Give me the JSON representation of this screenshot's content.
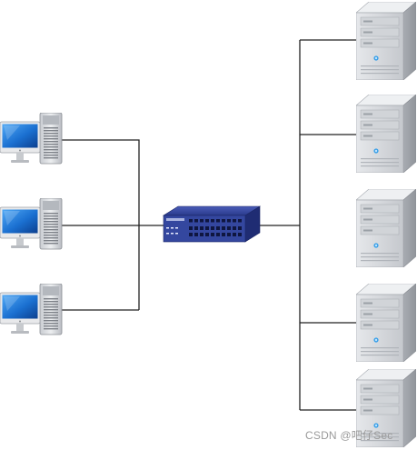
{
  "diagram": {
    "type": "network-topology",
    "workstations": [
      {
        "id": "workstation-1",
        "icon": "desktop-computer-icon"
      },
      {
        "id": "workstation-2",
        "icon": "desktop-computer-icon"
      },
      {
        "id": "workstation-3",
        "icon": "desktop-computer-icon"
      }
    ],
    "switch": {
      "id": "network-switch",
      "icon": "network-switch-icon",
      "color": "#2a3a8c"
    },
    "servers": [
      {
        "id": "server-1",
        "icon": "tower-server-icon"
      },
      {
        "id": "server-2",
        "icon": "tower-server-icon"
      },
      {
        "id": "server-3",
        "icon": "tower-server-icon"
      },
      {
        "id": "server-4",
        "icon": "tower-server-icon"
      },
      {
        "id": "server-5",
        "icon": "tower-server-icon"
      }
    ],
    "colors": {
      "line": "#222222",
      "screen": "#1a6fd0",
      "server_body": "#d9dbdf",
      "server_led": "#3aa0e8",
      "switch_body": "#2a3a8c"
    }
  },
  "watermark": {
    "text": "CSDN @吧仔Sec"
  }
}
